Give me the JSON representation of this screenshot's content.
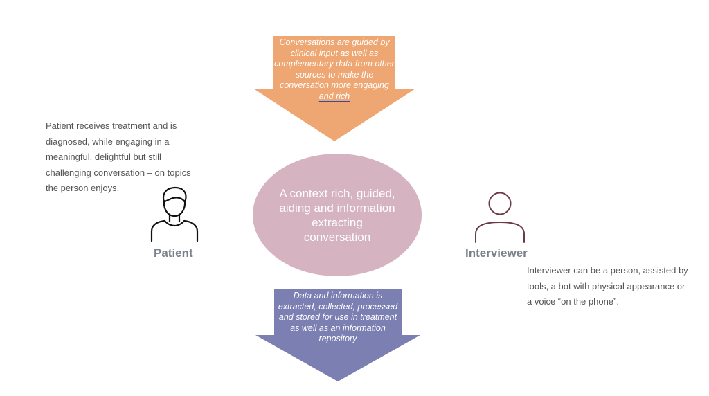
{
  "top_arrow": {
    "text_before": "Conversations are guided by clinical input as well as complementary data from other sources to make the conversation ",
    "text_emphasis": "more engaging and rich",
    "color": "#eea672"
  },
  "center": {
    "text": "A context rich, guided, aiding and information extracting conversation",
    "color": "#d5b3c1"
  },
  "bottom_arrow": {
    "text": "Data and information is extracted, collected, processed and stored for use in treatment  as well as an information repository",
    "color": "#7b7fb2"
  },
  "patient": {
    "label": "Patient",
    "description": "Patient receives treatment and is diagnosed, while engaging in a meaningful, delightful but still challenging conversation – on topics the person enjoys.",
    "icon": "person-icon"
  },
  "interviewer": {
    "label": "Interviewer",
    "description": "Interviewer can be a person, assisted by tools, a bot with physical appearance or a voice “on the phone”.",
    "icon": "person-icon",
    "icon_color": "#6b3a46"
  }
}
